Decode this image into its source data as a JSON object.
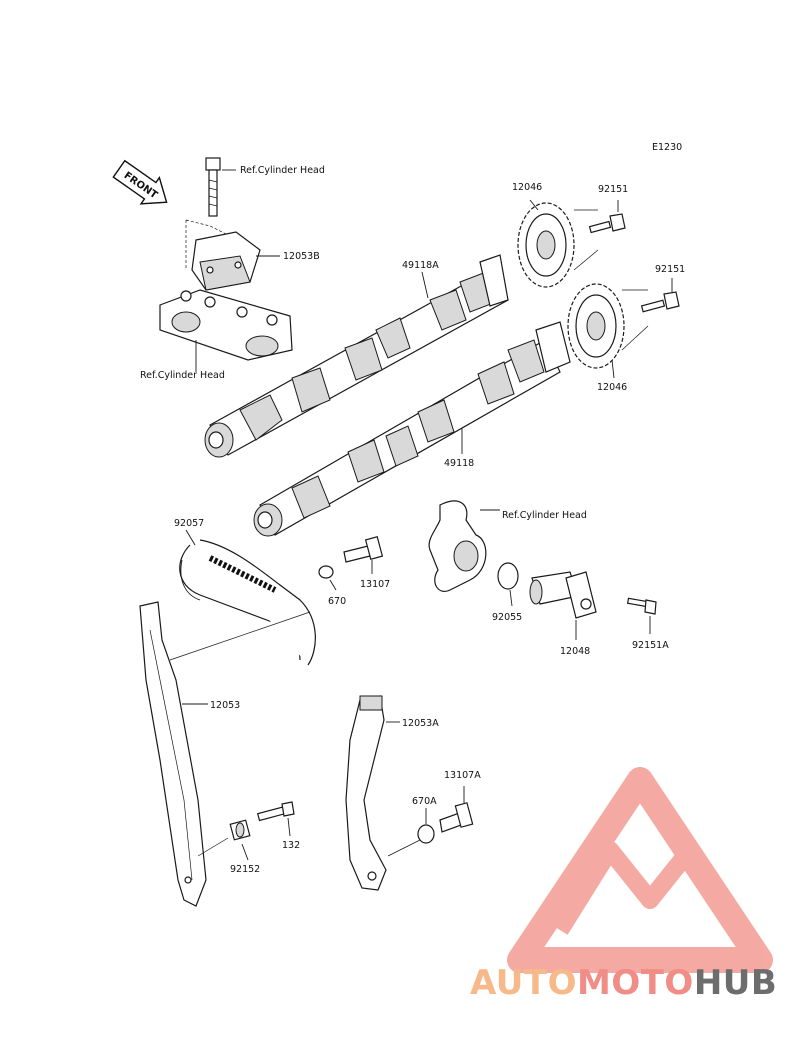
{
  "diagram_code": "E1230",
  "front_label": "FRONT",
  "labels": {
    "ref_head_top": "Ref.Cylinder Head",
    "ref_head_left": "Ref.Cylinder Head",
    "ref_head_right": "Ref.Cylinder Head",
    "p12053B": "12053B",
    "p49118A": "49118A",
    "p12046_top": "12046",
    "p92151_top": "92151",
    "p92151_mid": "92151",
    "p12046_bottom": "12046",
    "p49118": "49118",
    "p92057": "92057",
    "p670": "670",
    "p13107": "13107",
    "p92055": "92055",
    "p12048": "12048",
    "p92151A": "92151A",
    "p12053": "12053",
    "p12053A": "12053A",
    "p13107A": "13107A",
    "p670A": "670A",
    "p92152": "92152",
    "p132": "132"
  },
  "watermark": {
    "part1": "AUTO",
    "part2": "MOTO",
    "part3": "HUB",
    "color1": "#f7b98a",
    "color2": "#f08d86",
    "color3": "#6d6d6d",
    "logo_color": "#f4a59e"
  }
}
